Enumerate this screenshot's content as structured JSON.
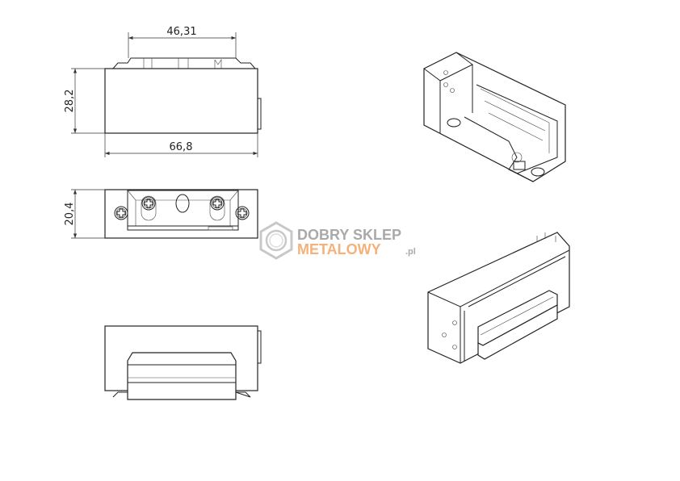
{
  "dimensions": {
    "top_width": "46,31",
    "height": "28,2",
    "length": "66,8",
    "depth": "20,4"
  },
  "logo": {
    "line1": "DOBRY SKLEP",
    "line2": "METALOWY",
    "suffix": ".pl",
    "colors": {
      "gray": "#a9a9a9",
      "orange": "#f4b27a"
    }
  }
}
